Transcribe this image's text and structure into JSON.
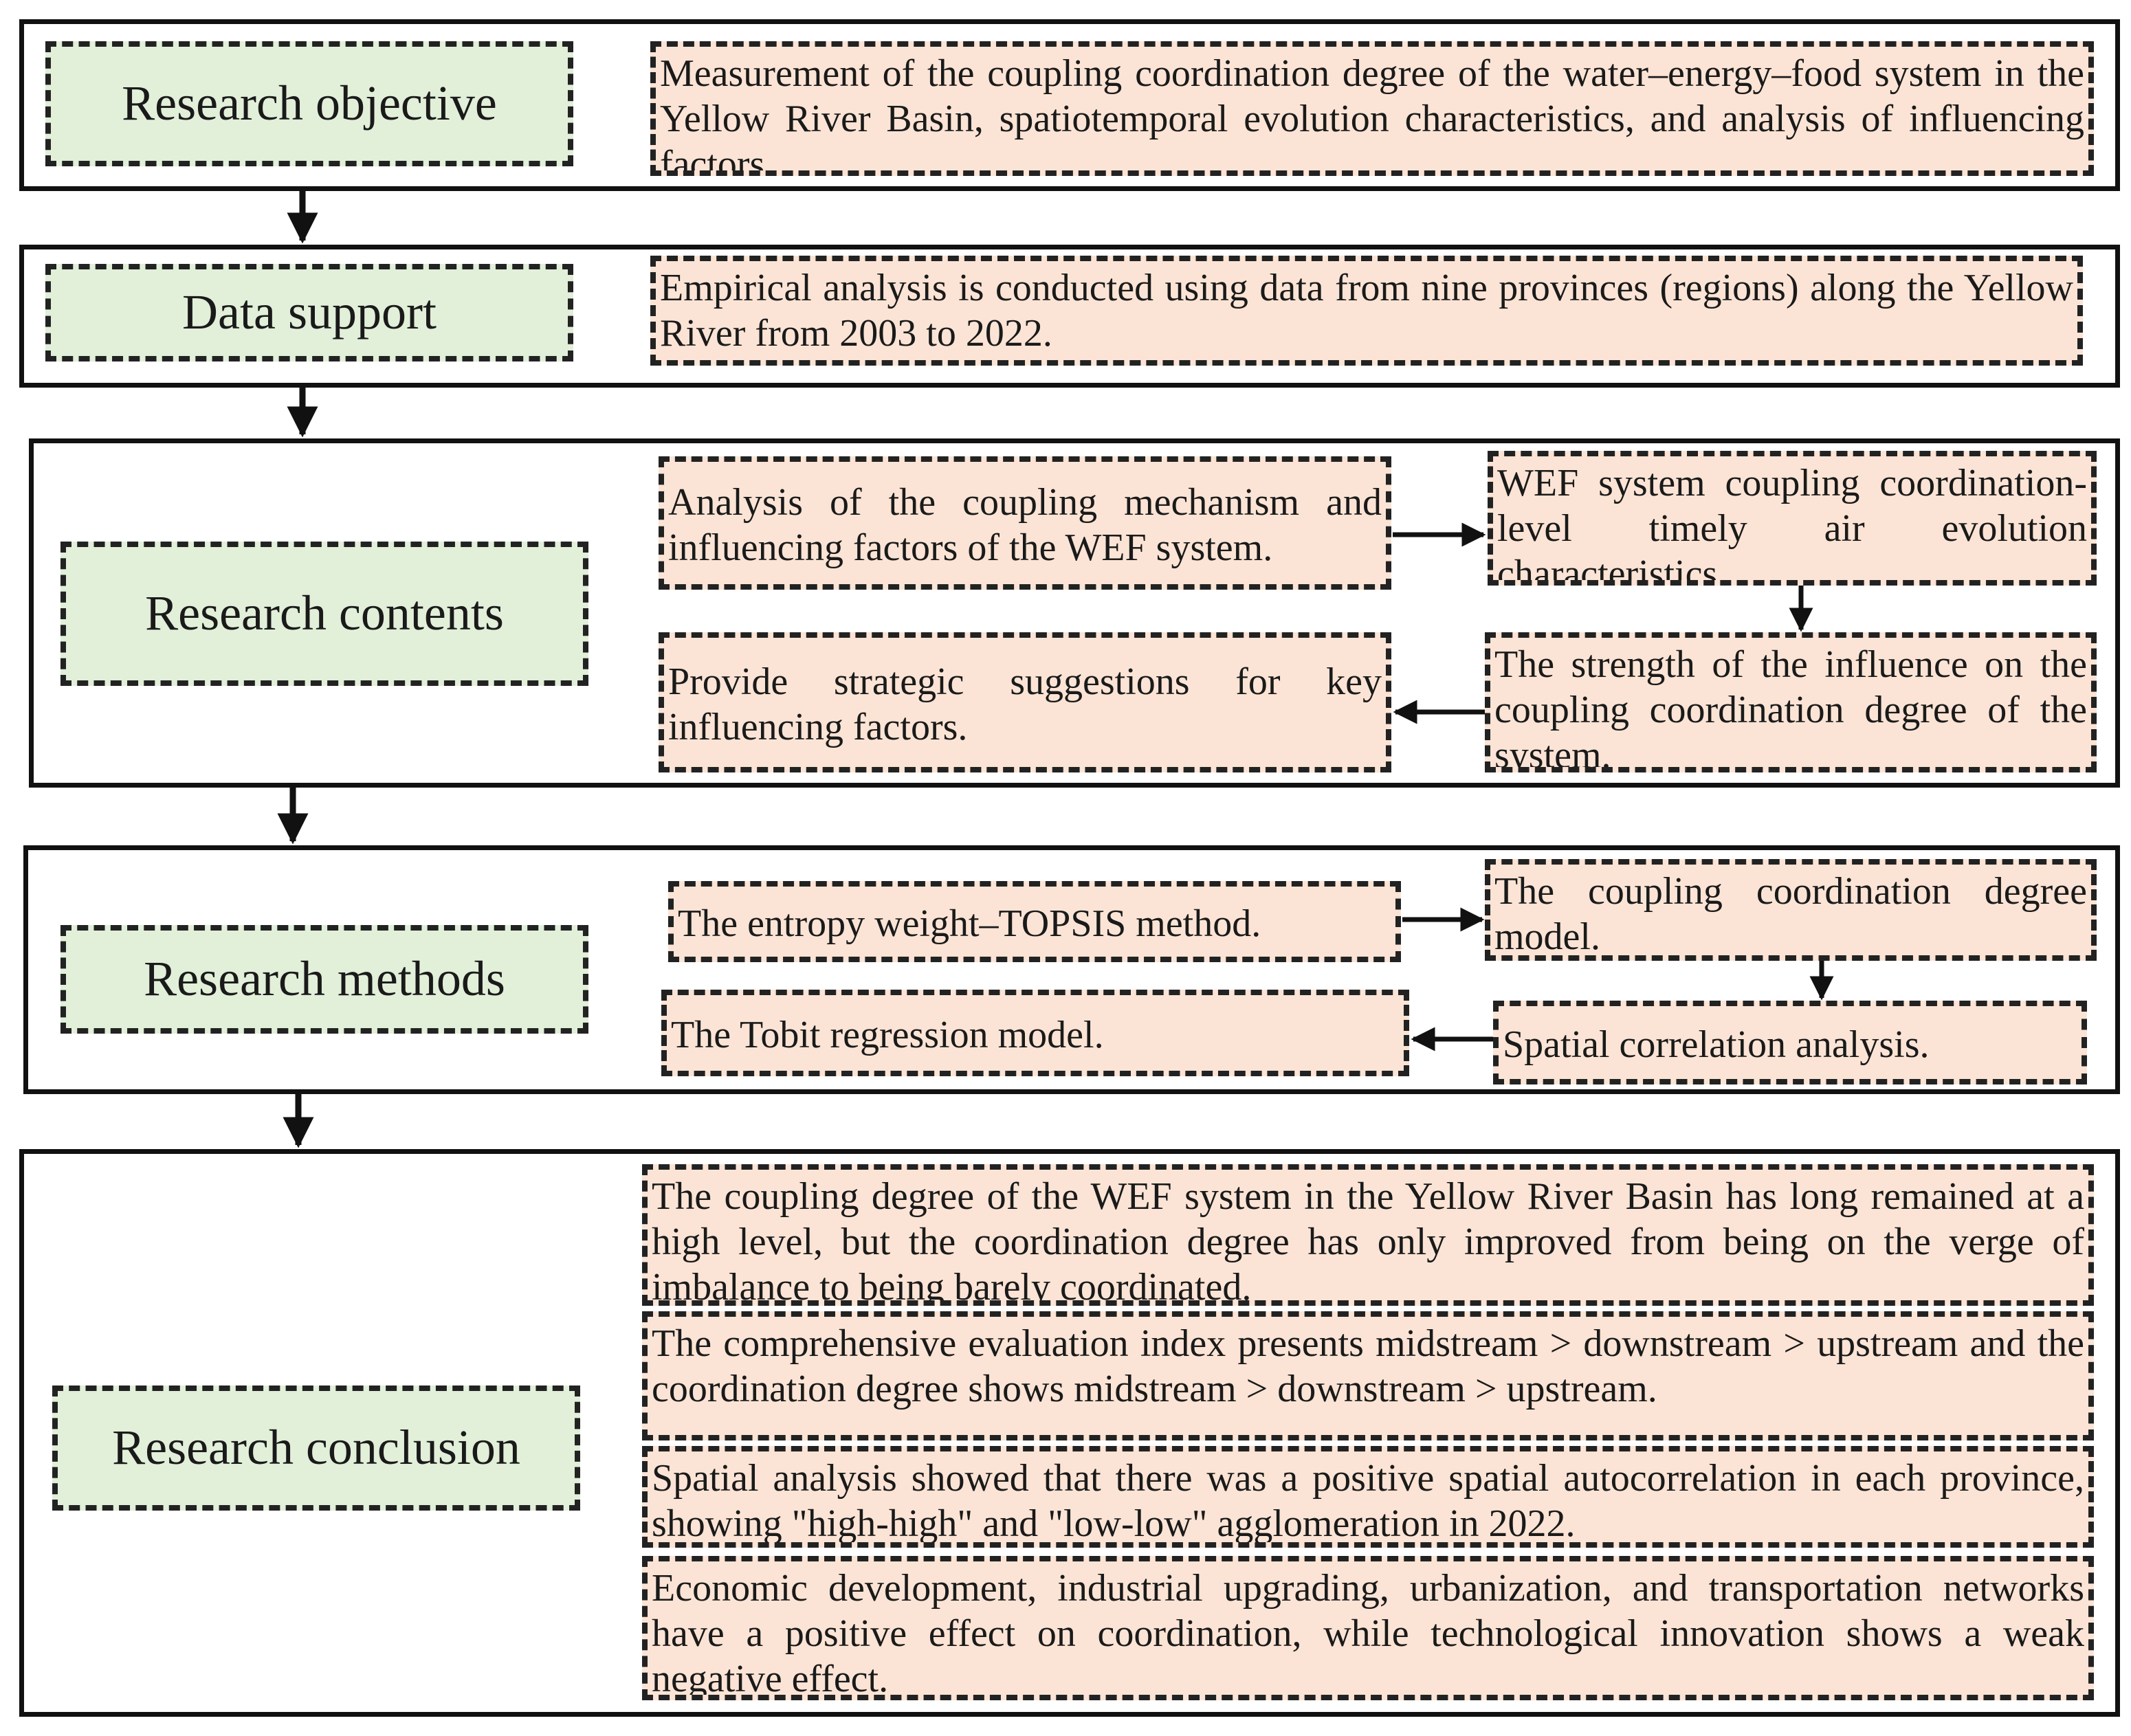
{
  "sections": {
    "objective": {
      "label": "Research objective",
      "text": "Measurement of the coupling coordination degree of the water–energy–food system in the Yellow River Basin, spatiotemporal evolution characteristics, and analysis of influencing factors."
    },
    "data": {
      "label": "Data support",
      "text": "Empirical analysis is conducted using data from nine provinces (regions) along the Yellow River from 2003 to 2022."
    },
    "contents": {
      "label": "Research contents",
      "box1": "Analysis of the coupling mechanism and influencing factors of the WEF system.",
      "box2": "WEF system coupling coordination-level timely air evolution characteristics.",
      "box3": "The strength of the influence on the coupling coordination degree of the system.",
      "box4": "Provide strategic suggestions for key influencing factors."
    },
    "methods": {
      "label": "Research methods",
      "box1": "The entropy weight–TOPSIS method.",
      "box2": "The coupling coordination degree model.",
      "box3": "Spatial correlation analysis.",
      "box4": "The Tobit regression model."
    },
    "conclusion": {
      "label": "Research conclusion",
      "items": [
        "The coupling degree of the WEF system in the Yellow River Basin has long remained at a high level, but the coordination degree has only improved from being on the verge of imbalance to being barely coordinated.",
        "The comprehensive evaluation index presents midstream > downstream > upstream and the coordination degree shows midstream > downstream > upstream.",
        "Spatial analysis showed that there was a positive spatial autocorrelation in each province, showing \"high-high\" and \"low-low\" agglomeration in 2022.",
        "Economic development, industrial upgrading, urbanization, and transportation networks have a positive effect on coordination, while technological innovation shows a weak negative effect."
      ]
    }
  }
}
